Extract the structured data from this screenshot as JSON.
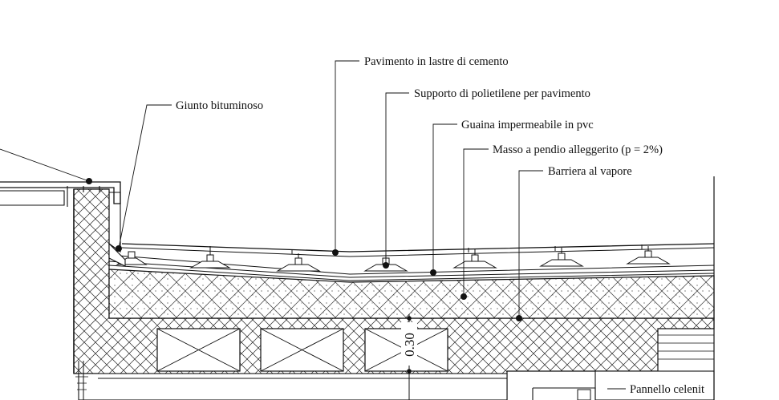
{
  "annotations": {
    "giunto": "Giunto bituminoso",
    "pavimento": "Pavimento in lastre di cemento",
    "supporto": "Supporto di polietilene per pavimento",
    "guaina": "Guaina impermeabile in pvc",
    "masso": "Masso a pendio alleggerito (p = 2%)",
    "barriera": "Barriera al vapore",
    "pannello": "Pannello celenit"
  },
  "dimension_label": "0.30"
}
